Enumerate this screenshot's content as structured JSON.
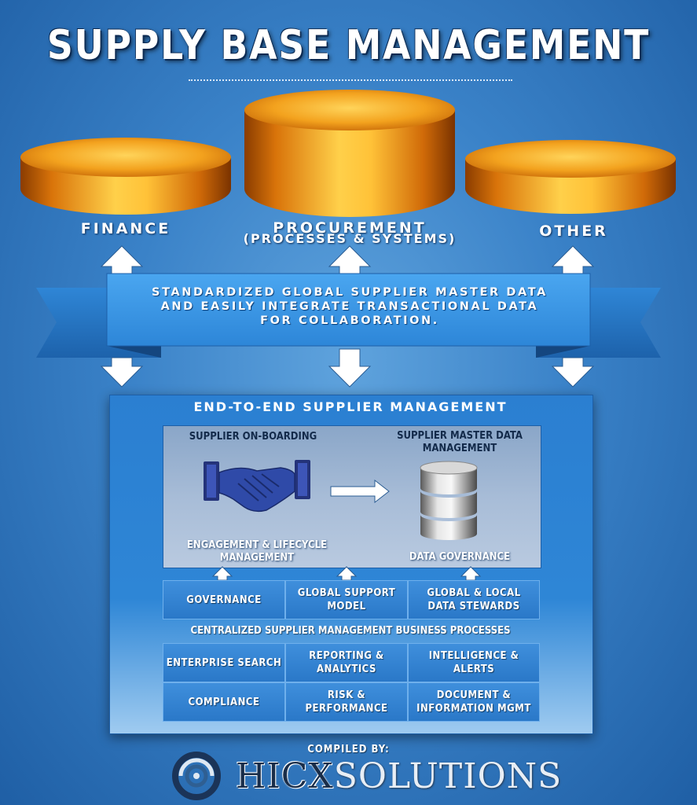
{
  "title": "SUPPLY BASE MANAGEMENT",
  "pillars": [
    {
      "label": "FINANCE",
      "sub": ""
    },
    {
      "label": "PROCUREMENT",
      "sub": "(PROCESSES & SYSTEMS)"
    },
    {
      "label": "OTHER",
      "sub": ""
    }
  ],
  "banner": {
    "line1": "STANDARDIZED GLOBAL SUPPLIER MASTER DATA",
    "line2": "AND EASILY INTEGRATE TRANSACTIONAL DATA",
    "line3": "FOR COLLABORATION."
  },
  "panel": {
    "title": "END-TO-END SUPPLIER MANAGEMENT",
    "onboarding": "SUPPLIER ON-BOARDING",
    "masterdata_line1": "SUPPLIER MASTER DATA",
    "masterdata_line2": "MANAGEMENT",
    "engagement_line1": "ENGAGEMENT & LIFECYCLE",
    "engagement_line2": "MANAGEMENT",
    "governance_label": "DATA GOVERNANCE",
    "support_row": [
      {
        "line1": "GOVERNANCE",
        "line2": ""
      },
      {
        "line1": "GLOBAL SUPPORT",
        "line2": "MODEL"
      },
      {
        "line1": "GLOBAL & LOCAL",
        "line2": "DATA STEWARDS"
      }
    ],
    "centralized": "CENTRALIZED SUPPLIER MANAGEMENT BUSINESS PROCESSES",
    "process_grid": [
      {
        "line1": "ENTERPRISE SEARCH",
        "line2": ""
      },
      {
        "line1": "REPORTING &",
        "line2": "ANALYTICS"
      },
      {
        "line1": "INTELLIGENCE &",
        "line2": "ALERTS"
      },
      {
        "line1": "COMPLIANCE",
        "line2": ""
      },
      {
        "line1": "RISK &",
        "line2": "PERFORMANCE"
      },
      {
        "line1": "DOCUMENT &",
        "line2": "INFORMATION MGMT"
      }
    ]
  },
  "footer": {
    "compiled_by": "COMPILED BY:",
    "brand_a": "HICX",
    "brand_b": "SOLUTIONS"
  },
  "colors": {
    "gold": "#f0a21a",
    "panel_blue": "#2e86d6",
    "banner_blue": "#3a96e6"
  }
}
